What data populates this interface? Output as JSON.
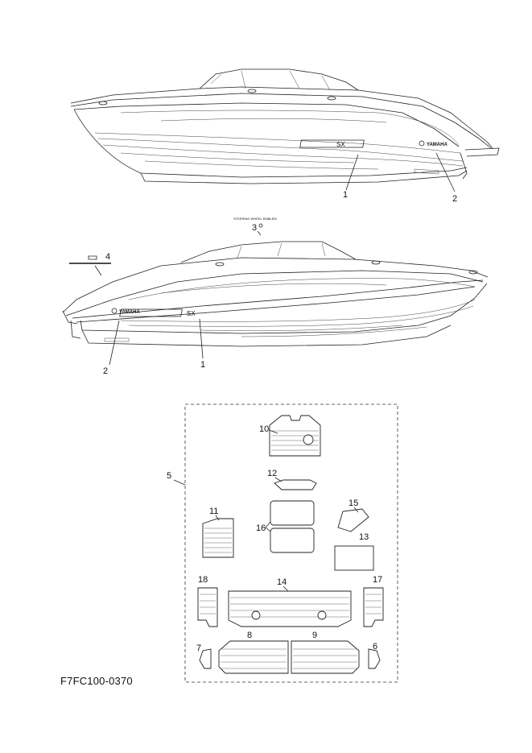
{
  "diagram": {
    "figure_code": "F7FC100-0370",
    "boat_model_badge": "SX",
    "brand_badge": "YAMAHA",
    "callouts": [
      {
        "id": "1",
        "label": "1"
      },
      {
        "id": "2",
        "label": "2"
      },
      {
        "id": "3",
        "label": "3"
      },
      {
        "id": "4",
        "label": "4"
      },
      {
        "id": "5",
        "label": "5"
      },
      {
        "id": "6",
        "label": "6"
      },
      {
        "id": "7",
        "label": "7"
      },
      {
        "id": "8",
        "label": "8"
      },
      {
        "id": "9",
        "label": "9"
      },
      {
        "id": "10",
        "label": "10"
      },
      {
        "id": "11",
        "label": "11"
      },
      {
        "id": "12",
        "label": "12"
      },
      {
        "id": "13",
        "label": "13"
      },
      {
        "id": "14",
        "label": "14"
      },
      {
        "id": "15",
        "label": "15"
      },
      {
        "id": "16",
        "label": "16"
      },
      {
        "id": "17",
        "label": "17"
      },
      {
        "id": "18",
        "label": "18"
      }
    ],
    "small_print_label": "STEERING WHEEL EMBLEM"
  }
}
